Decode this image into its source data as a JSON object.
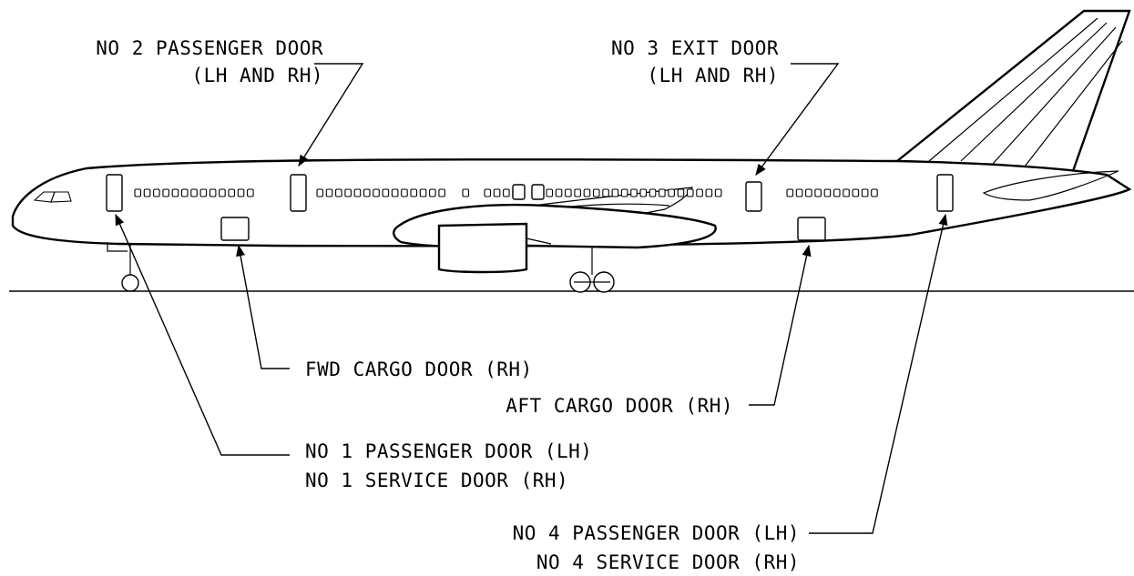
{
  "labels": {
    "no2_passenger_line1": "NO 2 PASSENGER DOOR",
    "no2_passenger_line2": "(LH AND RH)",
    "no3_exit_line1": "NO 3 EXIT DOOR",
    "no3_exit_line2": "(LH AND RH)",
    "fwd_cargo": "FWD CARGO DOOR (RH)",
    "aft_cargo": "AFT CARGO DOOR (RH)",
    "no1_passenger": "NO 1 PASSENGER DOOR (LH)",
    "no1_service": "NO 1 SERVICE DOOR (RH)",
    "no4_passenger": "NO 4 PASSENGER DOOR (LH)",
    "no4_service": "NO 4 SERVICE DOOR (RH)"
  },
  "colors": {
    "line": "#000000",
    "background": "#ffffff"
  }
}
